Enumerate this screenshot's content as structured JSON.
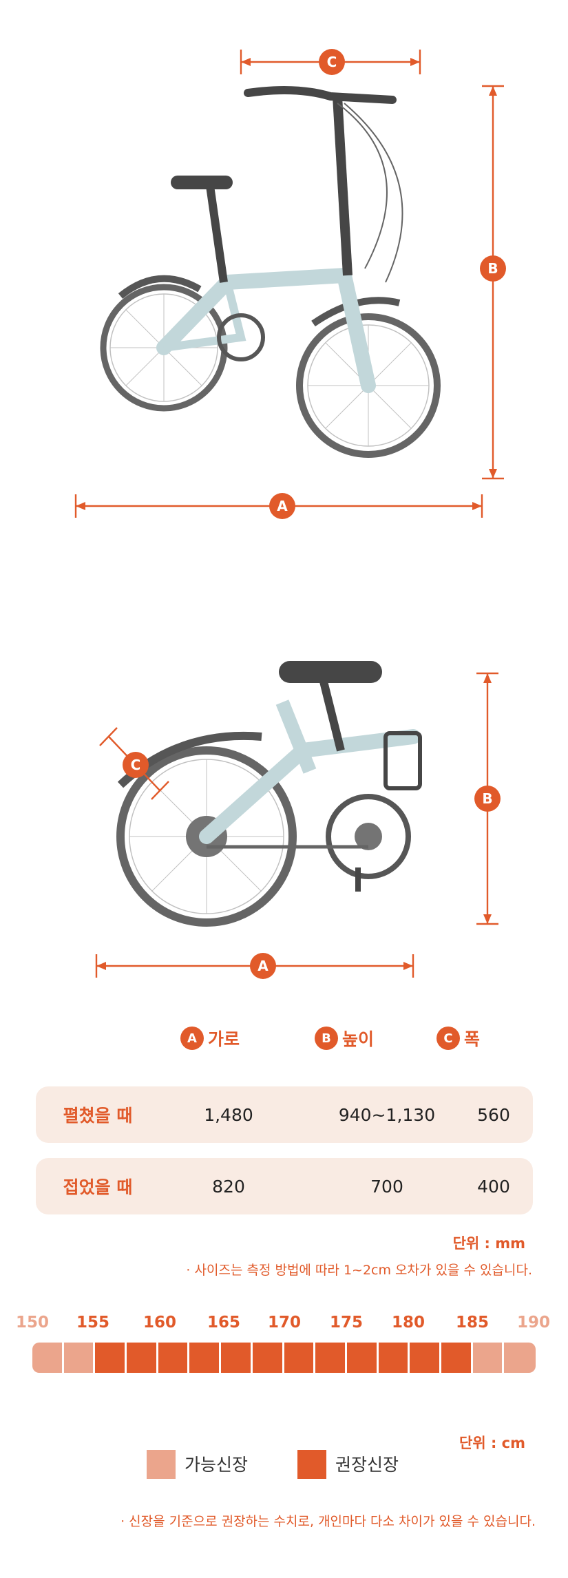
{
  "colors": {
    "accent": "#e15a2a",
    "accent_light": "#eba58c",
    "row_bg": "#f9ebe3"
  },
  "diagram": {
    "unfolded": {
      "a": "A",
      "b": "B",
      "c": "C"
    },
    "folded": {
      "a": "A",
      "b": "B",
      "c": "C"
    }
  },
  "spec_table": {
    "headers": [
      {
        "badge": "A",
        "label": "가로"
      },
      {
        "badge": "B",
        "label": "높이"
      },
      {
        "badge": "C",
        "label": "폭"
      }
    ],
    "rows": [
      {
        "label": "펼쳤을 때",
        "values": [
          "1,480",
          "940~1,130",
          "560"
        ]
      },
      {
        "label": "접었을 때",
        "values": [
          "820",
          "700",
          "400"
        ]
      }
    ],
    "unit": "단위 : mm",
    "note": "· 사이즈는 측정 방법에 따라 1~2cm 오차가 있을 수 있습니다."
  },
  "height_scale": {
    "labels": [
      "150",
      "155",
      "160",
      "165",
      "170",
      "175",
      "180",
      "185",
      "190"
    ],
    "segments": [
      "possible",
      "possible",
      "recommended",
      "recommended",
      "recommended",
      "recommended",
      "recommended",
      "recommended",
      "recommended",
      "recommended",
      "recommended",
      "recommended",
      "recommended",
      "recommended",
      "possible",
      "possible"
    ],
    "unit": "단위 : cm",
    "legend": {
      "possible": "가능신장",
      "recommended": "권장신장"
    },
    "note": "· 신장을 기준으로 권장하는 수치로, 개인마다 다소 차이가 있을 수 있습니다."
  }
}
